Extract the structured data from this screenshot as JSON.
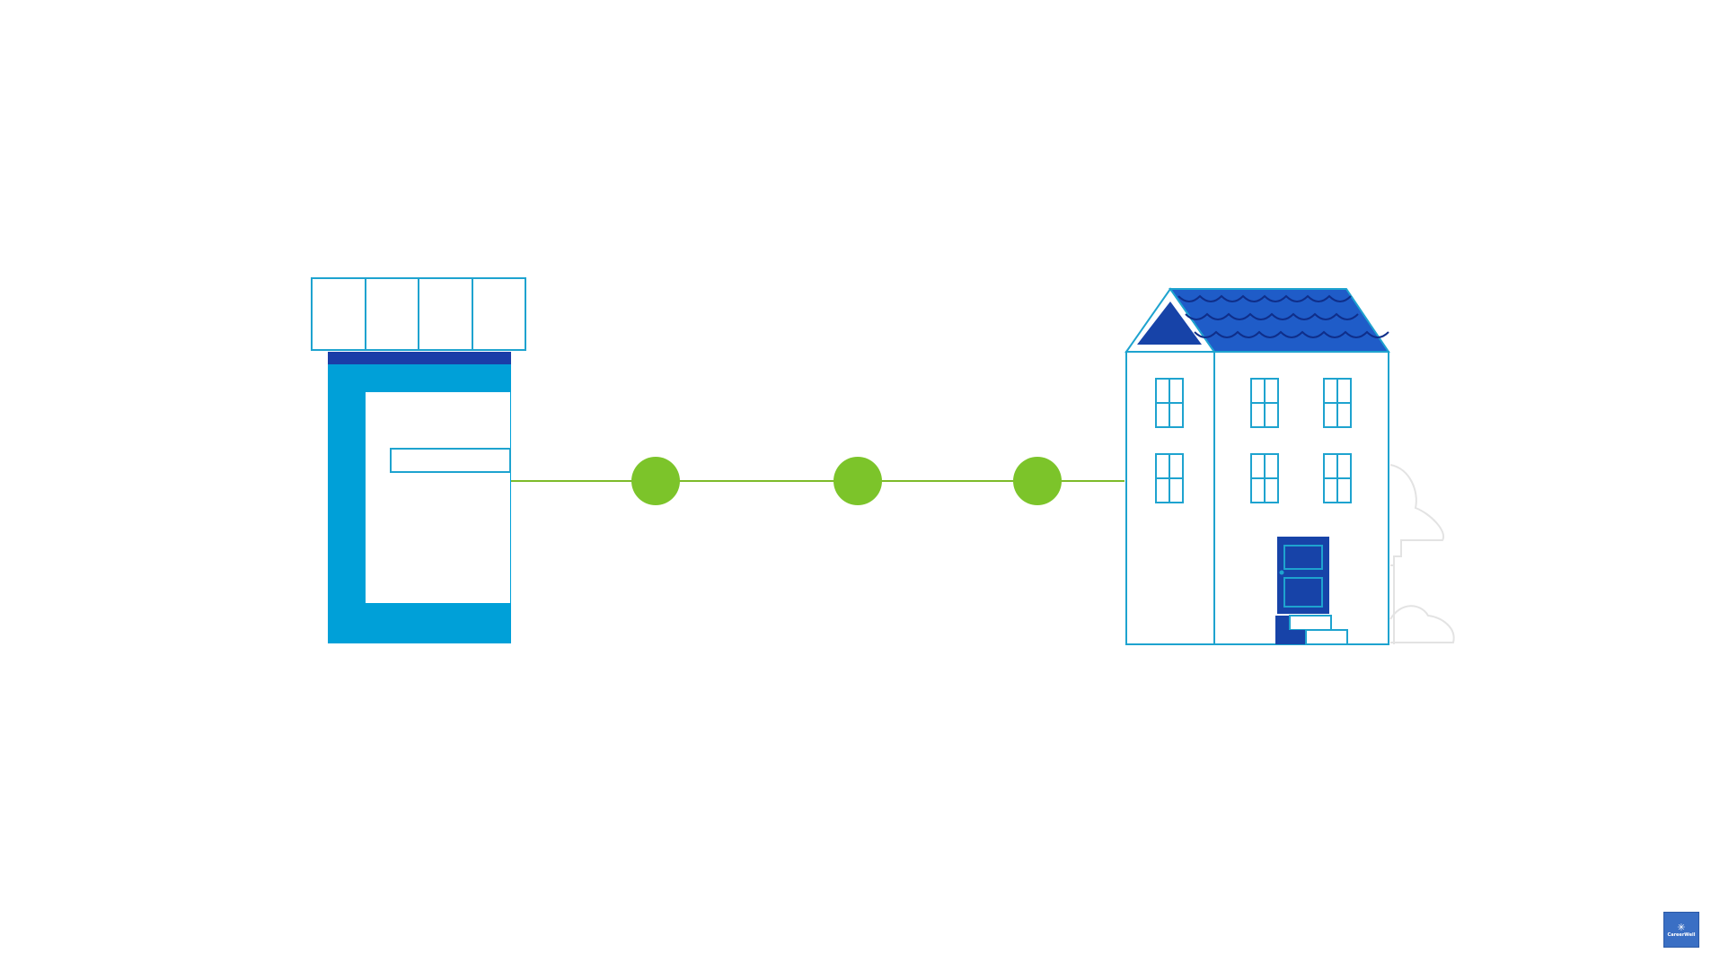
{
  "illustration": {
    "left_icon": "pill-bottle-icon",
    "right_icon": "house-icon",
    "connector": "dotted-path",
    "dot_count": 3
  },
  "badge": {
    "icon": "star-icon",
    "glyph": "✳",
    "name": "CareerWell"
  },
  "colors": {
    "bottle_blue": "#00a0d8",
    "bottle_dark_blue": "#1a3da8",
    "outline_blue": "#1ea3cf",
    "roof_blue": "#1f5cc8",
    "door_blue": "#1743a8",
    "connector_green": "#7dbb2a",
    "dot_green": "#7cc42a",
    "tree_gray": "#e2e2e2",
    "badge_blue": "#3a6fc4"
  }
}
